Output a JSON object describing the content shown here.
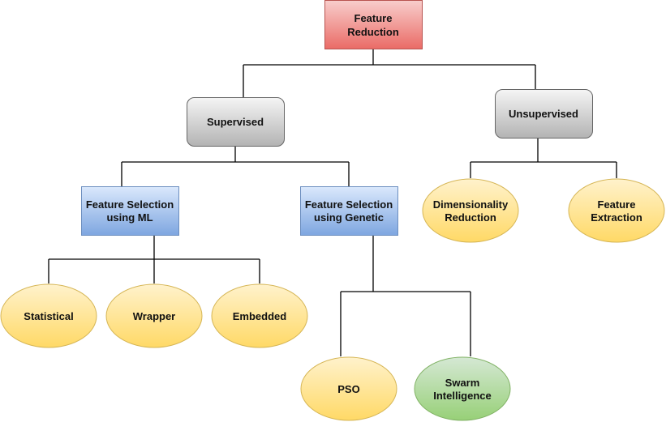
{
  "colors": {
    "root": "#ea6b66",
    "supervised": "#b3b3b3",
    "method": "#7ea6e0",
    "leaf": "#ffd966",
    "swarm": "#97d077"
  },
  "nodes": {
    "root": [
      "Feature",
      "Reduction"
    ],
    "supervised": [
      "Supervised"
    ],
    "unsupervised": [
      "Unsupervised"
    ],
    "fs_ml": [
      "Feature Selection",
      "using ML"
    ],
    "fs_genetic": [
      "Feature Selection",
      "using Genetic"
    ],
    "statistical": [
      "Statistical"
    ],
    "wrapper": [
      "Wrapper"
    ],
    "embedded": [
      "Embedded"
    ],
    "dimensionality": [
      "Dimensionality",
      "Reduction"
    ],
    "extraction": [
      "Feature",
      "Extraction"
    ],
    "pso": [
      "PSO"
    ],
    "swarm": [
      "Swarm",
      "Intelligence"
    ]
  }
}
